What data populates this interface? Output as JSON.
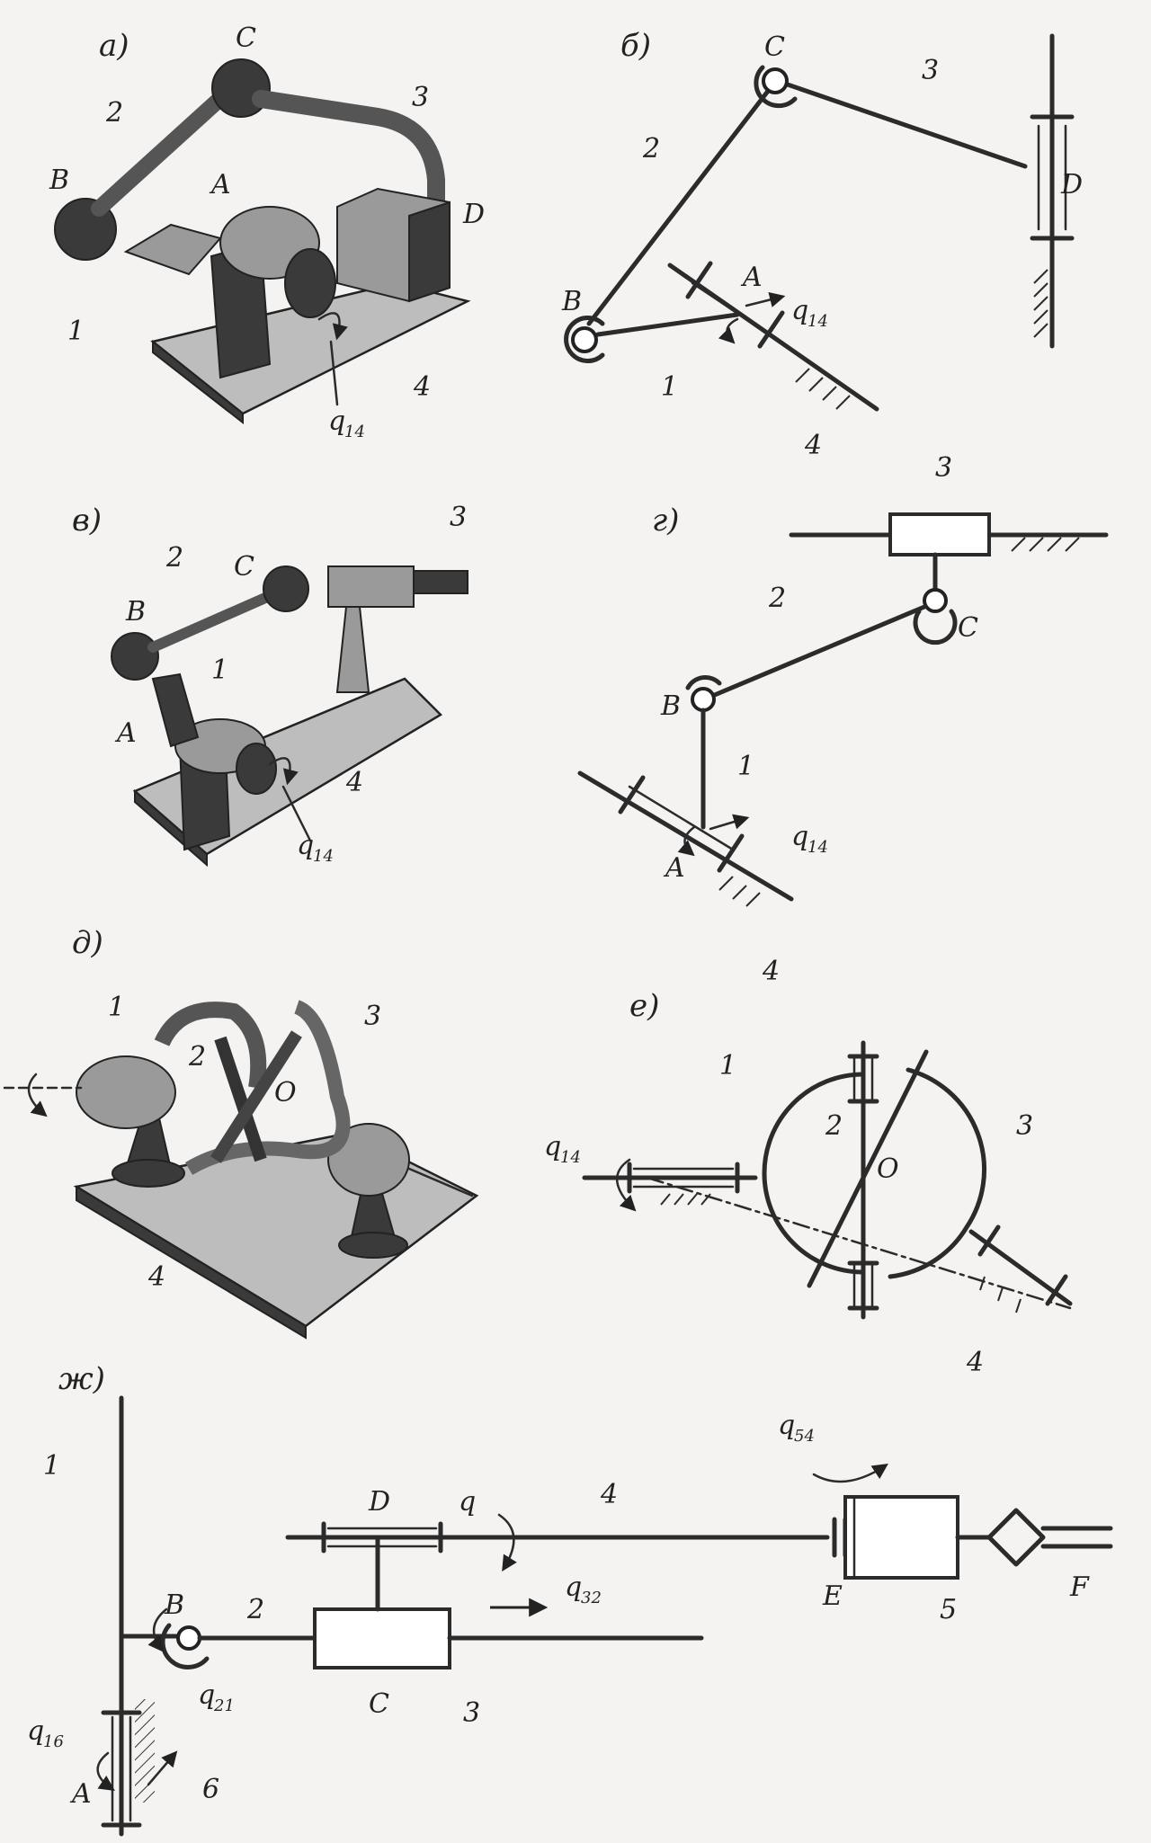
{
  "panels": {
    "a": {
      "tag": "а)",
      "B": "B",
      "A": "A",
      "C": "C",
      "D": "D",
      "n1": "1",
      "n2": "2",
      "n3": "3",
      "n4": "4",
      "q": "q",
      "qsub": "14"
    },
    "b": {
      "tag": "б)",
      "B": "B",
      "A": "A",
      "C": "C",
      "D": "D",
      "n1": "1",
      "n2": "2",
      "n3": "3",
      "n4": "4",
      "q": "q",
      "qsub": "14"
    },
    "v": {
      "tag": "в)",
      "B": "B",
      "A": "A",
      "C": "C",
      "n1": "1",
      "n2": "2",
      "n3": "3",
      "n4": "4",
      "q": "q",
      "qsub": "14"
    },
    "g": {
      "tag": "г)",
      "B": "B",
      "A": "A",
      "C": "C",
      "n1": "1",
      "n2": "2",
      "n3": "3",
      "n4": "4",
      "q": "q",
      "qsub": "14"
    },
    "d": {
      "tag": "д)",
      "O": "O",
      "n1": "1",
      "n2": "2",
      "n3": "3",
      "n4": "4"
    },
    "e": {
      "tag": "е)",
      "O": "O",
      "n1": "1",
      "n2": "2",
      "n3": "3",
      "n4": "4",
      "q": "q",
      "qsub": "14"
    },
    "zh": {
      "tag": "ж)",
      "n1": "1",
      "n2": "2",
      "n3": "3",
      "n4": "4",
      "n5": "5",
      "n6": "6",
      "A": "A",
      "B": "B",
      "C": "C",
      "D": "D",
      "E": "E",
      "F": "F",
      "q": "q",
      "q16": "16",
      "q21": "21",
      "q32": "32",
      "q54": "54"
    }
  }
}
